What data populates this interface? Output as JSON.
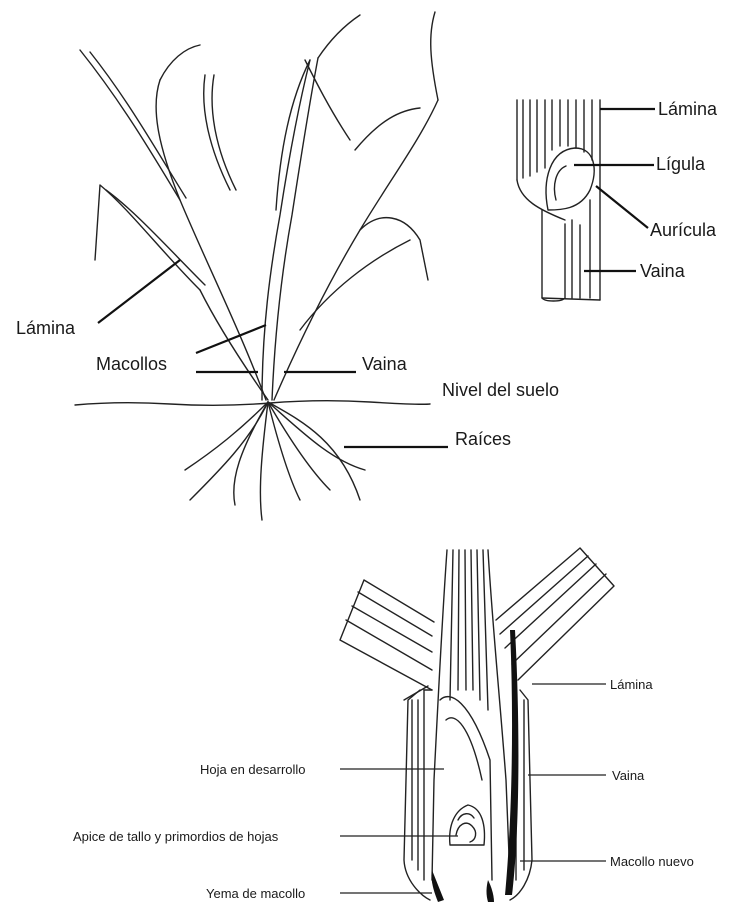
{
  "plant_diagram": {
    "labels": {
      "lamina": "Lámina",
      "macollos": "Macollos",
      "vaina": "Vaina",
      "nivel_suelo": "Nivel del suelo",
      "raices": "Raíces"
    }
  },
  "ligule_detail": {
    "labels": {
      "lamina": "Lámina",
      "ligula": "Lígula",
      "auricula": "Aurícula",
      "vaina": "Vaina"
    }
  },
  "section_diagram": {
    "labels": {
      "lamina": "Lámina",
      "hoja_desarrollo": "Hoja en desarrollo",
      "vaina": "Vaina",
      "apice": "Apice de tallo y primordios de hojas",
      "macollo_nuevo": "Macollo nuevo",
      "yema": "Yema de macollo"
    }
  }
}
